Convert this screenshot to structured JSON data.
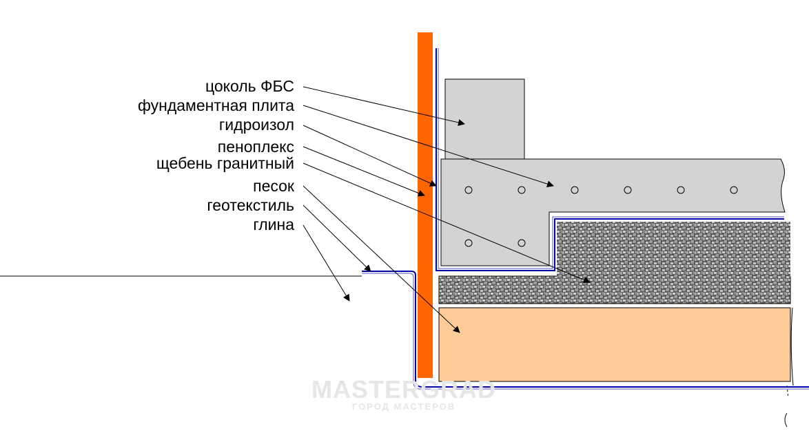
{
  "labels": {
    "plinth": "цоколь ФБС",
    "slab": "фундаментная плита",
    "waterproofing": "гидроизол",
    "penoplex": "пеноплекс",
    "gravel": "щебень гранитный",
    "sand": "песок",
    "geotextile": "геотекстиль",
    "clay": "глина"
  },
  "watermark": {
    "brand": "MASTERGRAD",
    "tagline": "ГОРОД МАСТЕРОВ"
  },
  "colors": {
    "concrete": "#d3d3d3",
    "insulation": "#ff6600",
    "sand": "#ffcc99",
    "gravel_dark": "#4a4a4a",
    "gravel_light": "#b8b8b8",
    "film": "#0000aa",
    "outline": "#000000",
    "watermark": "#e6e6e6"
  }
}
